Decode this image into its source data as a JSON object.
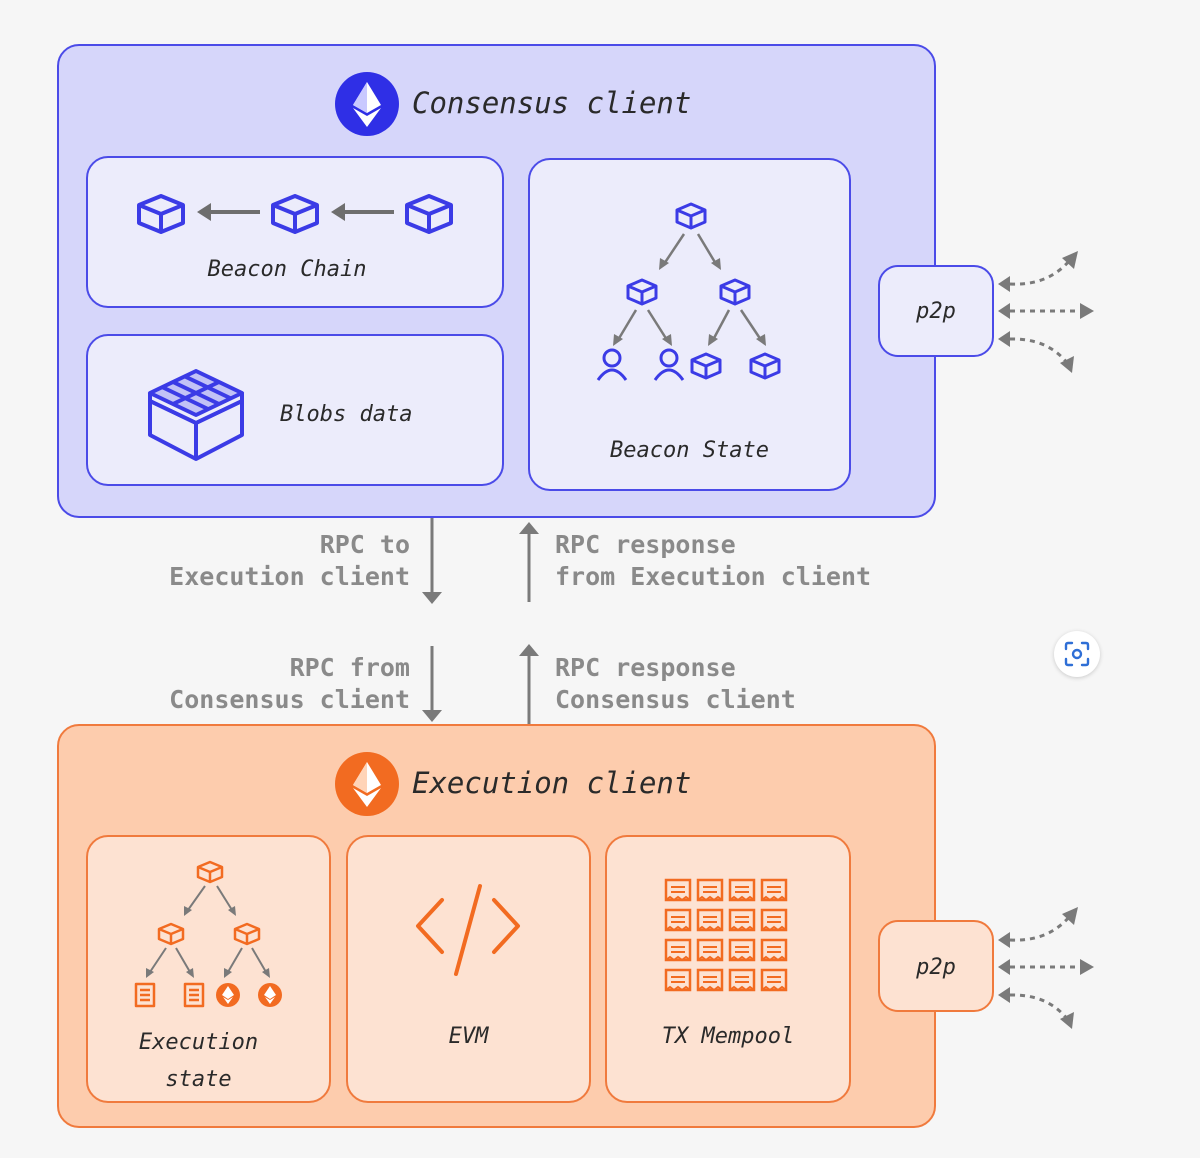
{
  "consensus": {
    "title": "Consensus client",
    "beacon_chain_label": "Beacon Chain",
    "blobs_label": "Blobs data",
    "beacon_state_label": "Beacon State",
    "p2p_label": "p2p",
    "color": "#3b3be6"
  },
  "rpc": {
    "to_execution": [
      "RPC to",
      "Execution client"
    ],
    "response_from_execution": [
      "RPC response",
      "from Execution client"
    ],
    "from_consensus": [
      "RPC from",
      "Consensus client"
    ],
    "response_consensus": [
      "RPC response",
      "Consensus client"
    ]
  },
  "execution": {
    "title": "Execution client",
    "state_label": [
      "Execution",
      "state"
    ],
    "evm_label": "EVM",
    "mempool_label": "TX Mempool",
    "p2p_label": "p2p",
    "color": "#f26b21"
  }
}
